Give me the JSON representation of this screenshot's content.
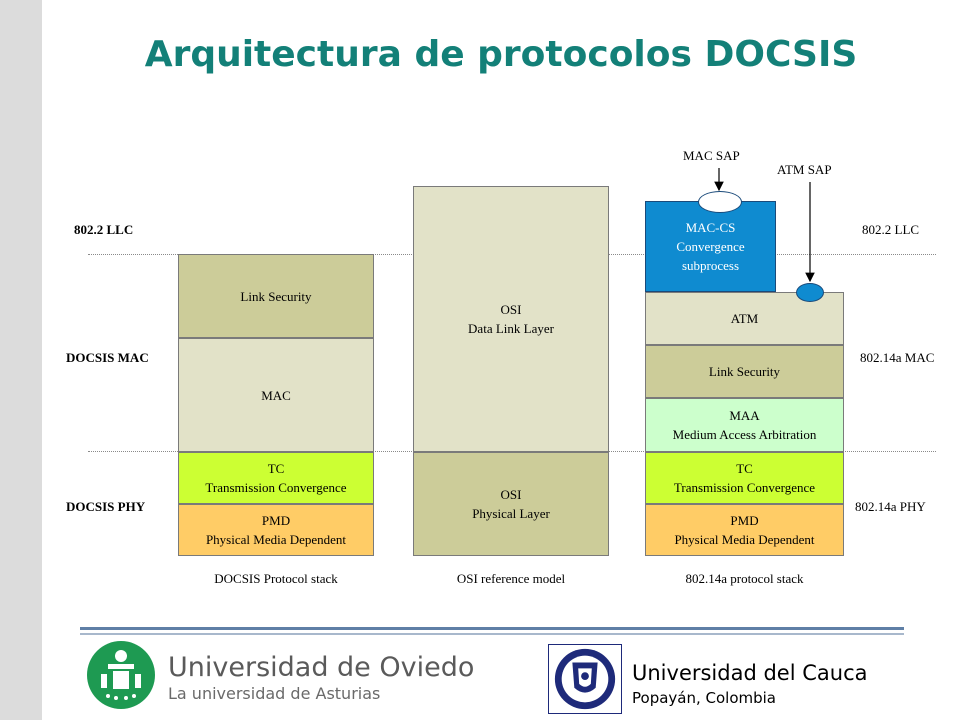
{
  "title": "Arquitectura de protocolos DOCSIS",
  "labels": {
    "left_llc": "802.2 LLC",
    "left_mac": "DOCSIS MAC",
    "left_phy": "DOCSIS PHY",
    "right_llc": "802.2 LLC",
    "right_mac": "802.14a MAC",
    "right_phy": "802.14a  PHY",
    "mac_sap": "MAC SAP",
    "atm_sap": "ATM SAP"
  },
  "docsis_stack": {
    "link_security": "Link Security",
    "mac": "MAC",
    "tc_line1": "TC",
    "tc_line2": "Transmission  Convergence",
    "pmd_line1": "PMD",
    "pmd_line2": "Physical Media Dependent",
    "caption": "DOCSIS Protocol stack"
  },
  "osi_model": {
    "dll_line1": "OSI",
    "dll_line2": "Data Link Layer",
    "phy_line1": "OSI",
    "phy_line2": "Physical Layer",
    "caption": "OSI reference model"
  },
  "ieee_stack": {
    "maccs_line1": "MAC-CS",
    "maccs_line2": "Convergence",
    "maccs_line3": "subprocess",
    "atm": "ATM",
    "link_security": "Link Security",
    "maa_line1": "MAA",
    "maa_line2": "Medium Access Arbitration",
    "tc_line1": "TC",
    "tc_line2": "Transmission  Convergence",
    "pmd_line1": "PMD",
    "pmd_line2": "Physical Media Dependent",
    "caption": "802.14a protocol stack"
  },
  "footer": {
    "uniovi_name": "Universidad de Oviedo",
    "uniovi_sub": "La universidad de Asturias",
    "cauca_name": "Universidad del Cauca",
    "cauca_city": "Popayán, Colombia"
  },
  "colors": {
    "title": "#138078",
    "link_security": "#cccc99",
    "mac": "#e2e2c8",
    "tc": "#ccff33",
    "pmd": "#ffcc66",
    "maa": "#ccffcc",
    "maccs": "#0f8bd0"
  }
}
